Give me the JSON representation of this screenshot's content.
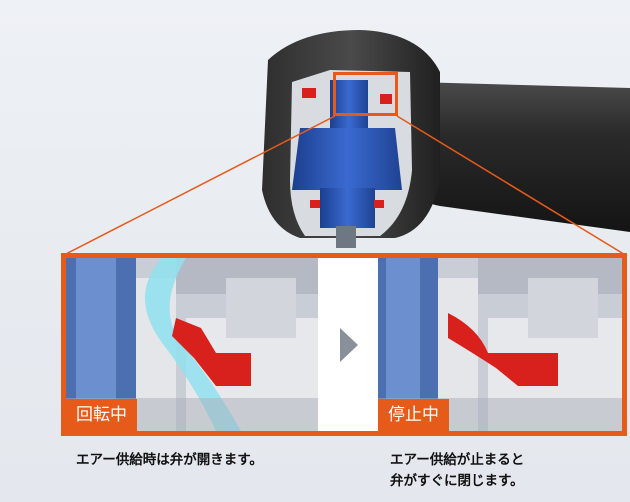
{
  "labels": {
    "rotating_tag": "回転中",
    "stopped_tag": "停止中"
  },
  "captions": {
    "rotating": "エアー供給時は弁が開きます。",
    "stopped_line1": "エアー供給が止まると",
    "stopped_line2": "弁がすぐに閉じます。"
  },
  "colors": {
    "accent": "#e65a1a",
    "valve_red": "#d8201c",
    "body_blue": "#2f5db7",
    "air_flow": "#8fe0ee",
    "tool_dark": "#2b2b2b"
  },
  "icons": {
    "transition": "arrow-right-icon"
  }
}
